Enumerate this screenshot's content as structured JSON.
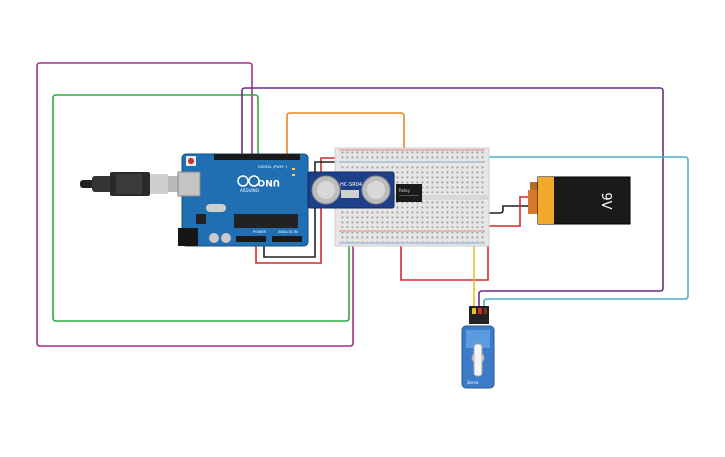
{
  "components": {
    "arduino": {
      "brand": "ARDUINO",
      "model": "UNO",
      "header_digital": "DIGITAL (PWM~)",
      "header_power": "POWER",
      "header_analog": "ANALOG IN"
    },
    "sensor": {
      "label": "HC-SR04"
    },
    "relay": {
      "label": "Relay"
    },
    "battery": {
      "label": "9V"
    },
    "servo": {
      "label": "Servo"
    }
  },
  "colors": {
    "background": "#ffffff",
    "board_blue": "#1f6fb2",
    "wire_magenta": "#a3308a",
    "wire_green": "#2faa3a",
    "wire_purple": "#6a2c8e",
    "wire_orange": "#e08a1e",
    "wire_cyan": "#4bb0c8",
    "wire_red": "#d42a2a",
    "wire_black": "#222222",
    "wire_yellow": "#e8c21a"
  }
}
